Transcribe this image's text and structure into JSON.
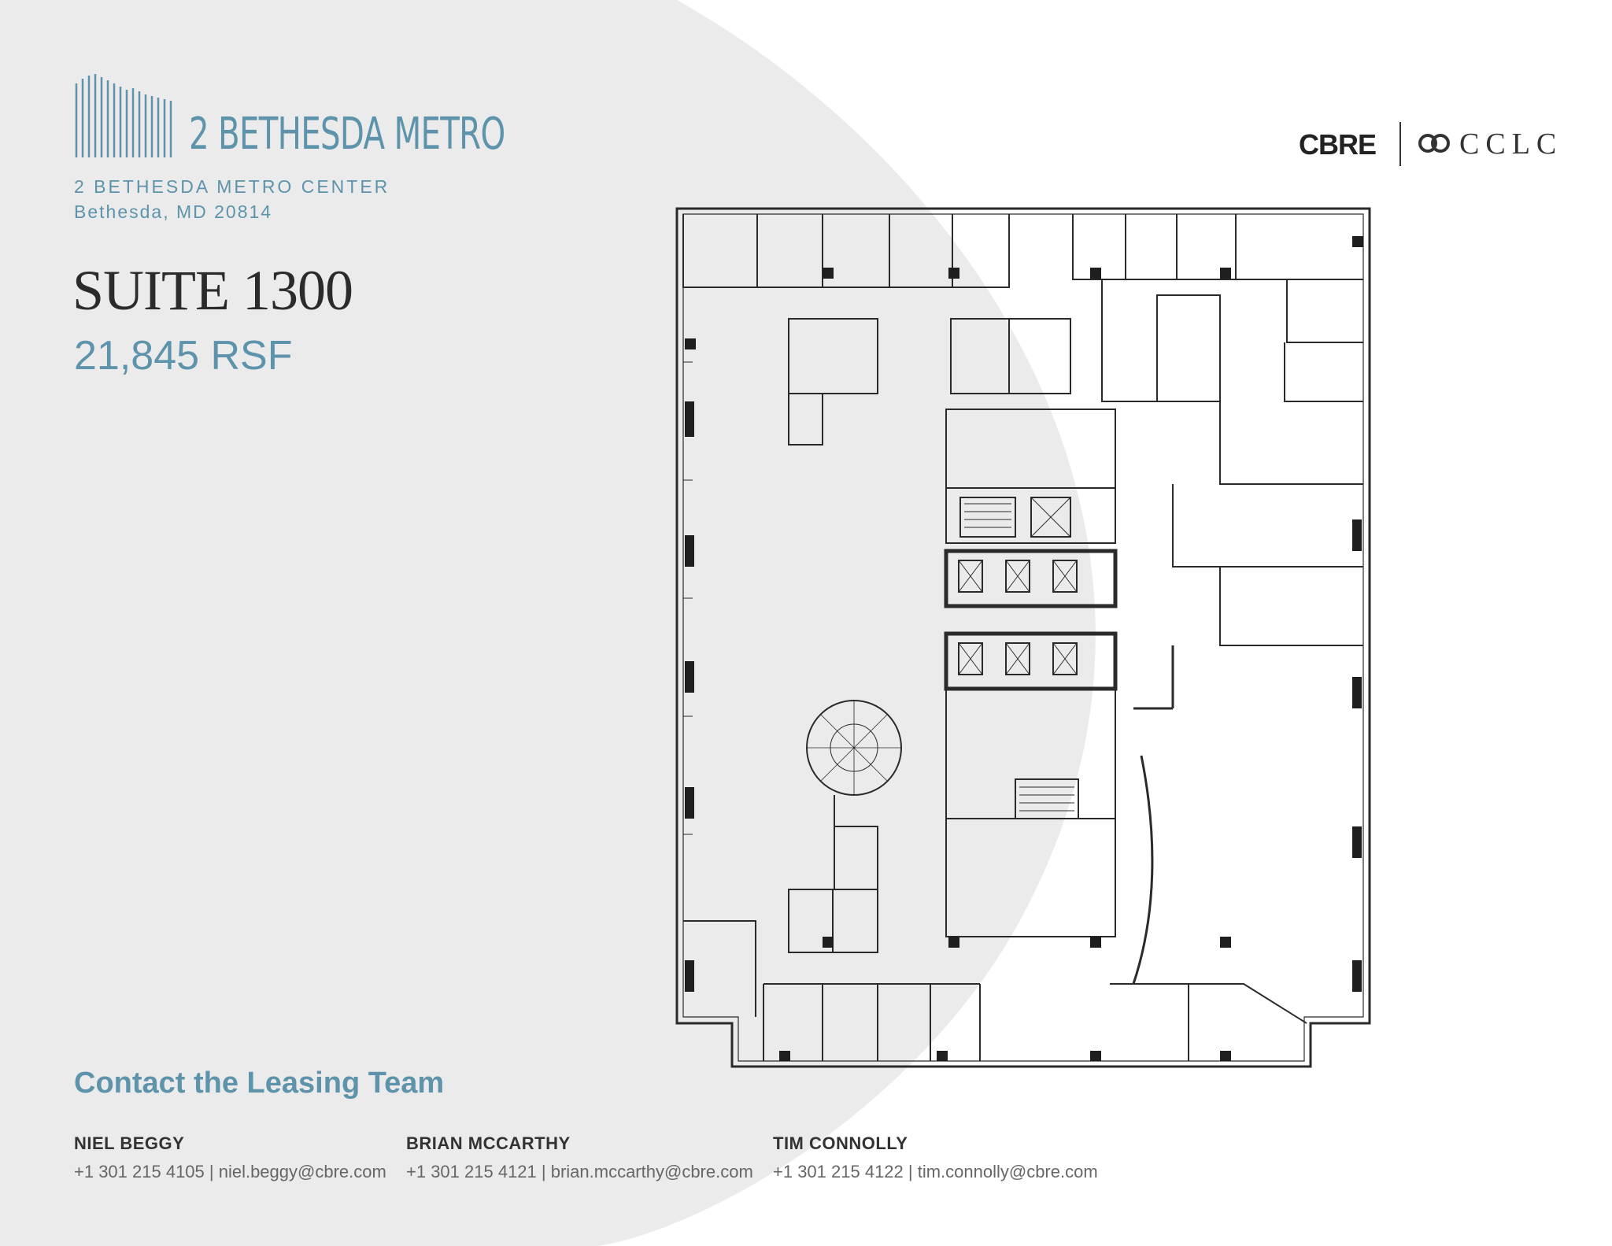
{
  "property": {
    "brand_name": "2 BETHESDA METRO",
    "address_line1": "2 BETHESDA METRO CENTER",
    "address_line2": "Bethesda, MD 20814",
    "suite": "SUITE 1300",
    "area": "21,845 RSF"
  },
  "logos": {
    "cbre": "CBRE",
    "cclc": "CCLC"
  },
  "contact": {
    "title": "Contact the Leasing Team",
    "people": [
      {
        "name": "NIEL BEGGY",
        "info": "+1 301 215 4105 | niel.beggy@cbre.com"
      },
      {
        "name": "BRIAN MCCARTHY",
        "info": "+1 301 215 4121 | brian.mccarthy@cbre.com"
      },
      {
        "name": "TIM CONNOLLY",
        "info": "+1 301 215 4122 | tim.connolly@cbre.com"
      }
    ]
  },
  "colors": {
    "accent": "#5d93ab",
    "background_arc": "#ebebeb",
    "text_dark": "#2b2b2b"
  }
}
